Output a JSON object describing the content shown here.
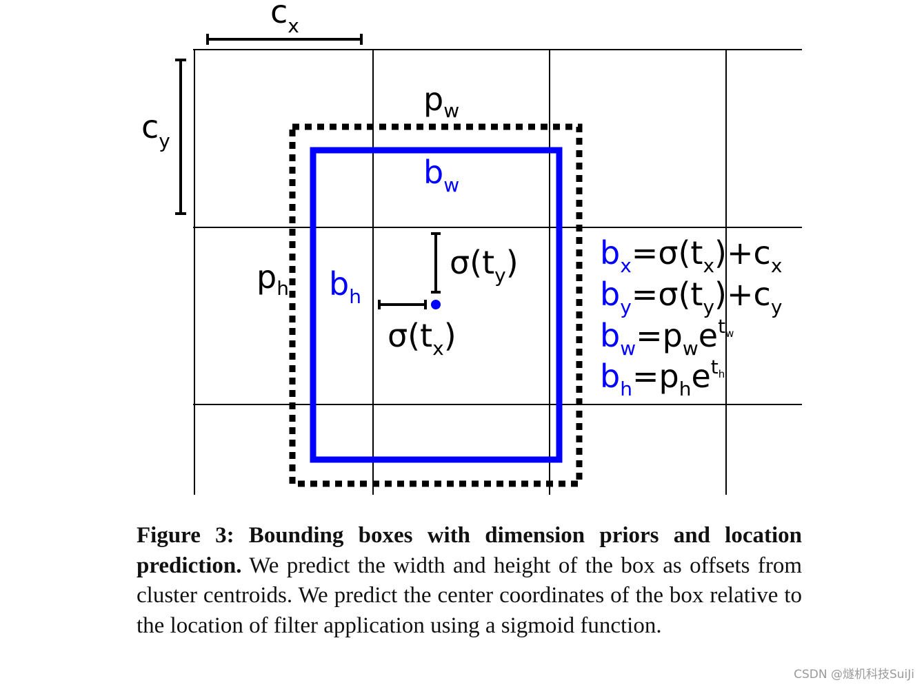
{
  "figure": {
    "cell_x_label": "c",
    "cell_x_sub": "x",
    "cell_y_label": "c",
    "cell_y_sub": "y",
    "prior_w_label": "p",
    "prior_w_sub": "w",
    "prior_h_label": "p",
    "prior_h_sub": "h",
    "box_w_label": "b",
    "box_w_sub": "w",
    "box_h_label": "b",
    "box_h_sub": "h",
    "offset_y_text": "σ(t",
    "offset_y_sub": "y",
    "offset_y_close": ")",
    "offset_x_text": "σ(t",
    "offset_x_sub": "x",
    "offset_x_close": ")",
    "prior_color": "#000000",
    "box_color": "#0000ff",
    "grid_color": "#000000"
  },
  "equations": [
    {
      "lhs": "b",
      "lhs_sub": "x",
      "rhs": [
        {
          "t": "=σ(t"
        },
        {
          "s": "x"
        },
        {
          "t": ")+c"
        },
        {
          "s": "x"
        }
      ]
    },
    {
      "lhs": "b",
      "lhs_sub": "y",
      "rhs": [
        {
          "t": "=σ(t"
        },
        {
          "s": "y"
        },
        {
          "t": ")+c"
        },
        {
          "s": "y"
        }
      ]
    },
    {
      "lhs": "b",
      "lhs_sub": "w",
      "rhs": [
        {
          "t": "=p"
        },
        {
          "s": "w"
        },
        {
          "t": "e"
        },
        {
          "sup": "t",
          "supsub": "w"
        }
      ]
    },
    {
      "lhs": "b",
      "lhs_sub": "h",
      "rhs": [
        {
          "t": "=p"
        },
        {
          "s": "h"
        },
        {
          "t": "e"
        },
        {
          "sup": "t",
          "supsub": "h"
        }
      ]
    }
  ],
  "caption": {
    "lead": "Figure 3: Bounding boxes with dimension priors and location prediction.",
    "body": "We predict the width and height of the box as offsets from cluster centroids. We predict the center coordinates of the box relative to the location of filter application using a sigmoid function."
  },
  "watermark": "CSDN @燧机科技SuiJi"
}
